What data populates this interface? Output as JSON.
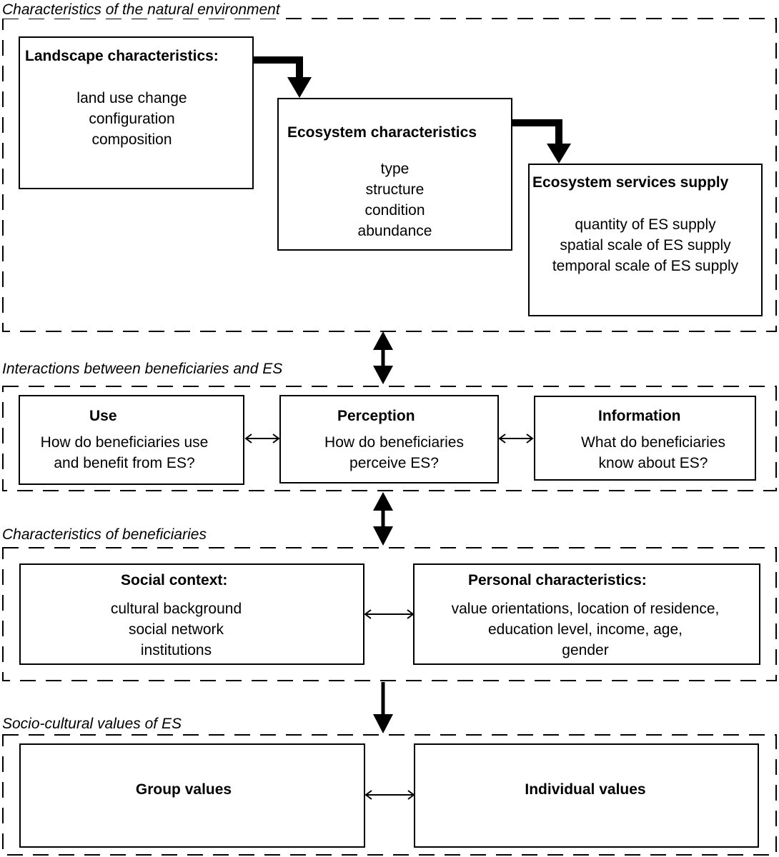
{
  "sections": {
    "natural": {
      "label": "Characteristics of the natural environment"
    },
    "interactions": {
      "label": "Interactions between beneficiaries and ES"
    },
    "beneficiaries": {
      "label": "Characteristics of beneficiaries"
    },
    "values": {
      "label": "Socio-cultural values of ES"
    }
  },
  "boxes": {
    "landscape": {
      "title": "Landscape characteristics:",
      "lines": [
        "land use change",
        "configuration",
        "composition"
      ]
    },
    "ecosystem": {
      "title": "Ecosystem characteristics",
      "lines": [
        "type",
        "structure",
        "condition",
        "abundance"
      ]
    },
    "supply": {
      "title": "Ecosystem services supply",
      "lines": [
        "quantity of ES supply",
        "spatial scale of ES supply",
        "temporal scale of ES supply"
      ]
    },
    "use": {
      "title": "Use",
      "lines": [
        "How do beneficiaries use",
        "and benefit from ES?"
      ]
    },
    "perception": {
      "title": "Perception",
      "lines": [
        "How do beneficiaries",
        "perceive ES?"
      ]
    },
    "information": {
      "title": "Information",
      "lines": [
        "What do beneficiaries",
        "know about ES?"
      ]
    },
    "social": {
      "title": "Social context:",
      "lines": [
        "cultural background",
        "social network",
        "institutions"
      ]
    },
    "personal": {
      "title": "Personal characteristics:",
      "lines": [
        "value orientations, location of residence,",
        "education level, income, age,",
        "gender"
      ]
    },
    "group": {
      "title": "Group values"
    },
    "individual": {
      "title": "Individual values"
    }
  }
}
